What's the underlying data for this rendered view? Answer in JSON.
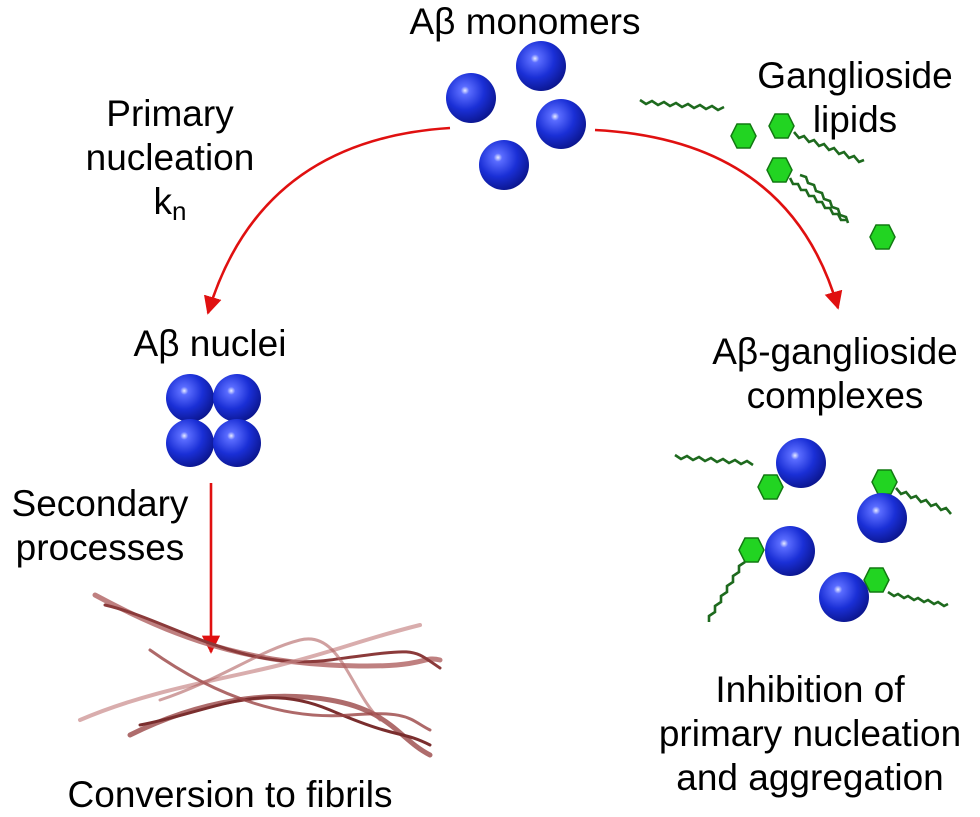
{
  "labels": {
    "monomers": "Aβ monomers",
    "gangliosides": [
      "Ganglioside",
      "lipids"
    ],
    "primary_nucleation": [
      "Primary",
      "nucleation"
    ],
    "rate_symbol": "k",
    "rate_subscript": "n",
    "nuclei": "Aβ nuclei",
    "secondary": [
      "Secondary",
      "processes"
    ],
    "fibrils": "Conversion to fibrils",
    "complexes": [
      "Aβ-ganglioside",
      "complexes"
    ],
    "inhibition": [
      "Inhibition of",
      "primary nucleation",
      "and aggregation"
    ]
  },
  "colors": {
    "sphere": "#1a2fd6",
    "sphere_dark": "#0a148a",
    "hexagon": "#22d422",
    "chain": "#1e6a1e",
    "arrow": "#e01010",
    "fibril": "#8b3a3a"
  },
  "icons": {
    "monomer": "blue-sphere",
    "ganglioside": "green-hexagon-with-zigzag-tail",
    "fibril": "twisted-fibril"
  }
}
